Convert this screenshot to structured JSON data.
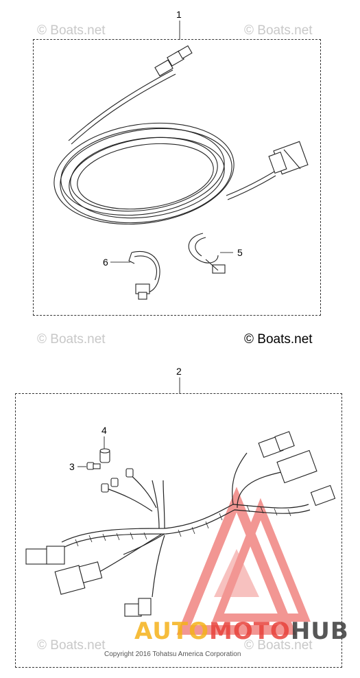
{
  "callouts": {
    "part1": "1",
    "part2": "2",
    "part3": "3",
    "part4": "4",
    "part5": "5",
    "part6": "6"
  },
  "watermark": {
    "text": "© Boats.net"
  },
  "credit": "© Boats.net",
  "copyright": "Copyright 2016 Tohatsu America Corporation",
  "logo": {
    "part_a": "AUTO",
    "part_b": "MOTO",
    "part_c": "HUB",
    "color_a": "#f5b21b",
    "color_b": "#e8423c",
    "color_c": "#3a3a3a"
  }
}
